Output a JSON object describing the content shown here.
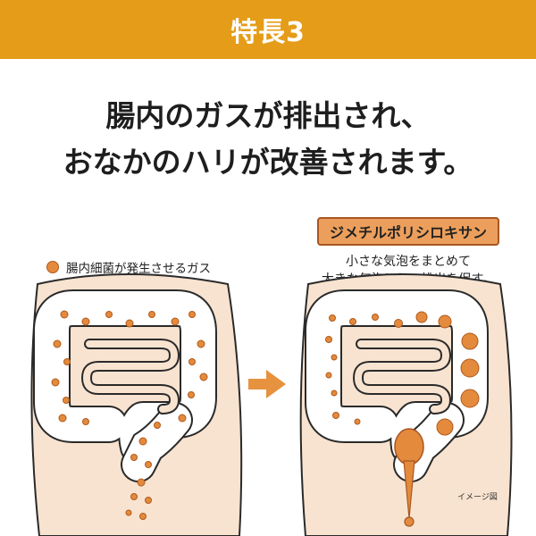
{
  "banner": {
    "label": "特長3"
  },
  "headline": {
    "line1": "腸内のガスが排出され、",
    "line2": "おなかのハリが改善されます。"
  },
  "legend": {
    "label": "腸内細菌が発生させるガス"
  },
  "ingredient": {
    "name": "ジメチルポリシロキサン",
    "desc_line1": "小さな気泡をまとめて",
    "desc_line2": "大きな気泡にして排出を促す。"
  },
  "note": "イメージ図",
  "colors": {
    "banner": "#e59c18",
    "bubble": "#e48a3d",
    "skin": "#f8e3d0",
    "arrow": "#e6923e"
  }
}
